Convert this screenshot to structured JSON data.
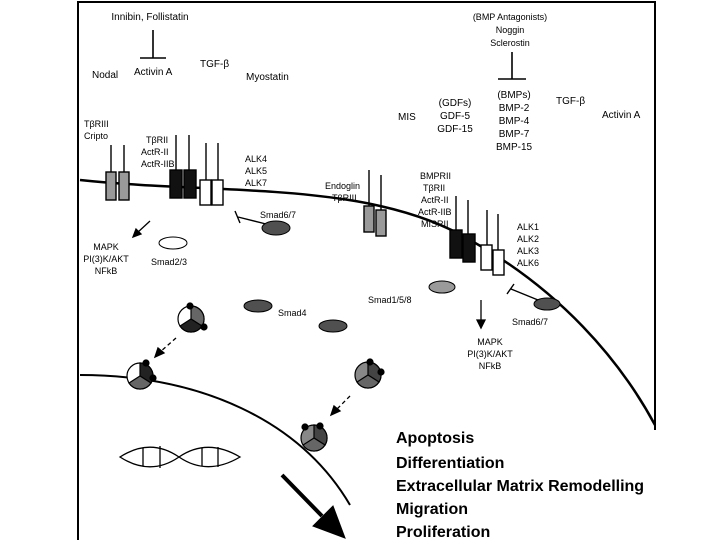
{
  "ligands_left": {
    "antagonists": "Innibin, Follistatin",
    "nodal": "Nodal",
    "activin_a": "Activin A",
    "tgf_beta": "TGF-β",
    "myostatin": "Myostatin"
  },
  "ligands_right": {
    "antagonists_header": "(BMP Antagonists)",
    "noggin": "Noggin",
    "sclerostin": "Sclerostin",
    "mis": "MIS",
    "gdfs": [
      "(GDFs)",
      "GDF-5",
      "GDF-15"
    ],
    "bmps": [
      "(BMPs)",
      "BMP-2",
      "BMP-4",
      "BMP-7",
      "BMP-15"
    ],
    "tgf_beta": "TGF-β",
    "activin_a": "Activin A"
  },
  "receptors_left": {
    "coreceptors": [
      "TβRIII",
      "Cripto"
    ],
    "type2": [
      "TβRII",
      "ActR-II",
      "ActR-IIB"
    ],
    "type1": [
      "ALK4",
      "ALK5",
      "ALK7"
    ]
  },
  "receptors_right": {
    "coreceptors": [
      "Endoglin",
      "TβRIII"
    ],
    "type2": [
      "BMPRII",
      "TβRII",
      "ActR-II",
      "ActR-IIB",
      "MISRII"
    ],
    "type1": [
      "ALK1",
      "ALK2",
      "ALK3",
      "ALK6"
    ]
  },
  "signaling": {
    "smad67_left": "Smad6/7",
    "smad67_right": "Smad6/7",
    "mapk_left": [
      "MAPK",
      "PI(3)K/AKT",
      "NFkB"
    ],
    "mapk_right": [
      "MAPK",
      "PI(3)K/AKT",
      "NFkB"
    ],
    "smad23": "Smad2/3",
    "smad4": "Smad4",
    "smad158": "Smad1/5/8"
  },
  "outcomes": [
    "Apoptosis",
    "Differentiation",
    "Extracellular Matrix Remodelling",
    "Migration",
    "Proliferation"
  ]
}
